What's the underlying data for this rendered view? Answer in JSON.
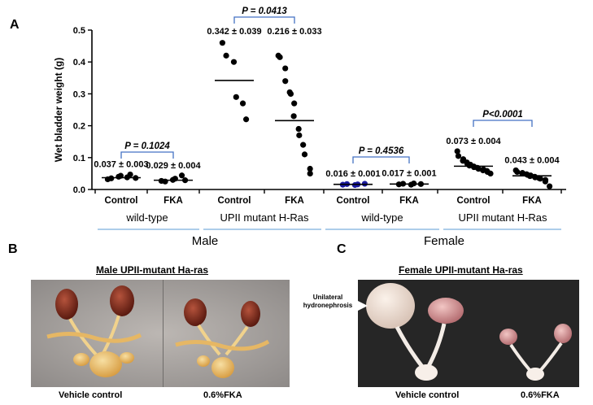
{
  "panels": {
    "a": "A",
    "b": "B",
    "c": "C"
  },
  "chart_data": {
    "type": "scatter",
    "ylabel": "Wet bladder weight (g)",
    "ylim": [
      0,
      0.5
    ],
    "yticks": [
      "0.0",
      "0.1",
      "0.2",
      "0.3",
      "0.4",
      "0.5"
    ],
    "groups": [
      {
        "label": "Control",
        "stat": "0.037 ± 0.003",
        "mean": 0.037,
        "values": [
          0.032,
          0.035,
          0.04,
          0.043,
          0.038,
          0.047,
          0.036
        ]
      },
      {
        "label": "FKA",
        "stat": "0.029 ± 0.004",
        "mean": 0.029,
        "values": [
          0.027,
          0.025,
          0.03,
          0.034,
          0.044,
          0.029
        ]
      },
      {
        "label": "Control",
        "stat": "0.342 ± 0.039",
        "mean": 0.342,
        "values": [
          0.46,
          0.42,
          0.4,
          0.29,
          0.27,
          0.22
        ]
      },
      {
        "label": "FKA",
        "stat": "0.216 ± 0.033",
        "mean": 0.216,
        "values": [
          0.42,
          0.415,
          0.38,
          0.34,
          0.305,
          0.3,
          0.27,
          0.23,
          0.19,
          0.17,
          0.14,
          0.11,
          0.065,
          0.05
        ]
      },
      {
        "label": "Control",
        "stat": "0.016 ± 0.001",
        "mean": 0.016,
        "values": [
          0.015,
          0.017,
          0.014,
          0.016,
          0.018
        ]
      },
      {
        "label": "FKA",
        "stat": "0.017 ± 0.001",
        "mean": 0.017,
        "values": [
          0.016,
          0.018,
          0.015,
          0.019,
          0.017
        ]
      },
      {
        "label": "Control",
        "stat": "0.073 ± 0.004",
        "mean": 0.073,
        "values": [
          0.12,
          0.105,
          0.095,
          0.09,
          0.085,
          0.08,
          0.078,
          0.075,
          0.072,
          0.07,
          0.068,
          0.065,
          0.063,
          0.06,
          0.058,
          0.055,
          0.05
        ]
      },
      {
        "label": "FKA",
        "stat": "0.043 ± 0.004",
        "mean": 0.043,
        "values": [
          0.06,
          0.055,
          0.052,
          0.05,
          0.048,
          0.046,
          0.044,
          0.042,
          0.04,
          0.038,
          0.036,
          0.034,
          0.03,
          0.025,
          0.01
        ]
      }
    ],
    "comparisons": [
      {
        "text": "P = 0.1024",
        "between": [
          0,
          1
        ]
      },
      {
        "text": "P = 0.0413",
        "between": [
          2,
          3
        ]
      },
      {
        "text": "P = 0.4536",
        "between": [
          4,
          5
        ]
      },
      {
        "text": "P<0.0001",
        "between": [
          6,
          7
        ]
      }
    ],
    "subgroups": [
      "wild-type",
      "UPII mutant H-Ras",
      "wild-type",
      "UPII mutant H-Ras"
    ],
    "sexes": [
      "Male",
      "Female"
    ]
  },
  "photos": {
    "b": {
      "title": "Male UPII-mutant Ha-ras",
      "captions": [
        "Vehicle control",
        "0.6%FKA"
      ]
    },
    "c": {
      "title": "Female UPII-mutant Ha-ras",
      "captions": [
        "Vehicle control",
        "0.6%FKA"
      ],
      "annotation": "Unilateral hydronephrosis"
    }
  }
}
